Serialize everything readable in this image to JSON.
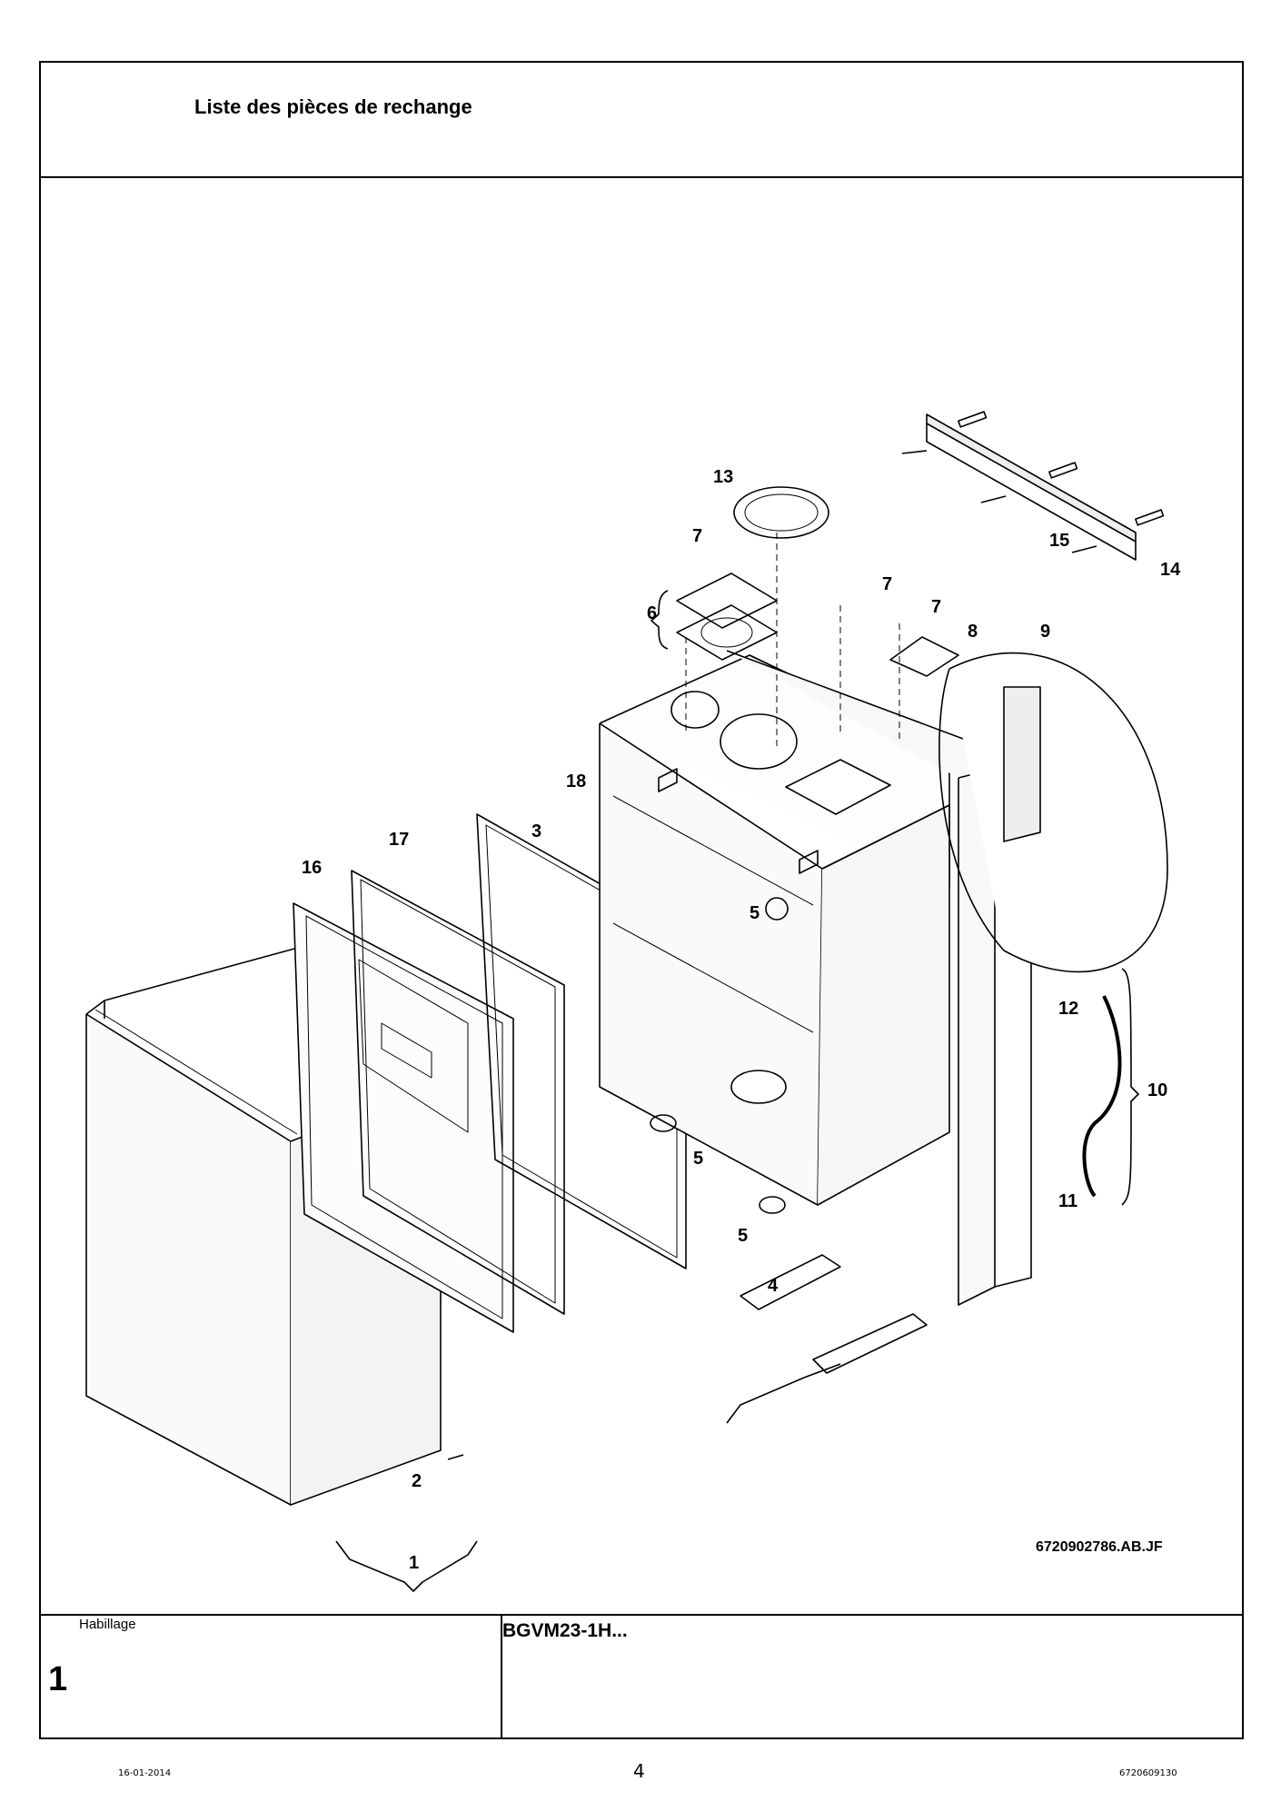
{
  "header": {
    "title": "Liste des pièces de rechange"
  },
  "drawing": {
    "code": "6720902786.AB.JF",
    "callouts": [
      "1",
      "2",
      "3",
      "4",
      "5",
      "5",
      "5",
      "6",
      "7",
      "7",
      "7",
      "8",
      "9",
      "10",
      "11",
      "12",
      "13",
      "14",
      "15",
      "16",
      "17",
      "18"
    ]
  },
  "section": {
    "label": "Habillage",
    "number": "1"
  },
  "model": "BGVM23-1H...",
  "footer": {
    "date": "16-01-2014",
    "page": "4",
    "doc_number": "6720609130"
  }
}
